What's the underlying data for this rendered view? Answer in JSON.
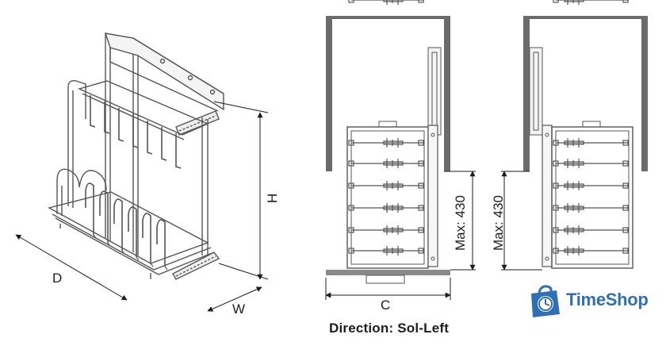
{
  "labels": {
    "depth": "D",
    "width": "W",
    "height": "H",
    "clearance": "C",
    "max_left": "Max: 430",
    "max_right": "Max: 430",
    "direction": "Direction: Sol-Left"
  },
  "brand": {
    "name": "TimeShop",
    "color": "#2f6fb3",
    "icon": "clock-bag-icon"
  },
  "colors": {
    "line": "#555555",
    "cabinet_wall": "#6b6b6b",
    "base": "#8a8a8a"
  }
}
